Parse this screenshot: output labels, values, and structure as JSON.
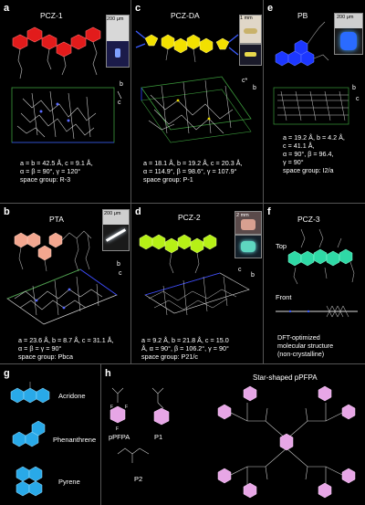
{
  "panels": {
    "a": {
      "label": "a",
      "title": "PCZ-1",
      "scale": "200 μm",
      "lines": [
        "a = b = 42.5 Å, c = 9.1 Å,",
        "α = β = 90°, γ = 120°",
        "space group: R-3"
      ],
      "color": "#e21b1b"
    },
    "b": {
      "label": "b",
      "title": "PTA",
      "scale": "200 μm",
      "lines": [
        "a = 23.6 Å, b = 8.7 Å, c = 31.1 Å,",
        "α = β = γ = 90°",
        "space group: Pbca"
      ],
      "color": "#f2a68f"
    },
    "c": {
      "label": "c",
      "title": "PCZ-DA",
      "scale": "1 mm",
      "lines": [
        "a = 18.1 Å, b = 19.2 Å, c = 20.3 Å,",
        "α = 114.9°, β = 98.6°, γ = 107.9°",
        "space group: P-1"
      ],
      "color": "#f2e000"
    },
    "d": {
      "label": "d",
      "title": "PCZ-2",
      "scale": "2 mm",
      "lines": [
        "a = 9.2 Å, b = 21.8 Å, c = 15.0",
        "Å, α = 90°, β = 106.2°, γ = 90°",
        "space group: P21/c"
      ],
      "color": "#b6f016"
    },
    "e": {
      "label": "e",
      "title": "PB",
      "scale": "200 μm",
      "lines": [
        "a = 19.2 Å, b = 4.2 Å,",
        "c = 41.1 Å,",
        "α = 90°, β = 96.4,",
        "γ = 90°",
        "space group: I2/a"
      ],
      "color": "#1c37ff"
    },
    "f": {
      "label": "f",
      "title": "PCZ-3",
      "top": "Top",
      "front": "Front",
      "lines": [
        "DFT-optimized",
        "molecular structure",
        "(non-crystalline)"
      ],
      "color": "#2fd9a6"
    },
    "g": {
      "label": "g",
      "items": [
        "Acridone",
        "Phenanthrene",
        "Pyrene"
      ],
      "color": "#29a9e8"
    },
    "h": {
      "label": "h",
      "title": "Star-shaped pPFPA",
      "pfpa": "pPFPA",
      "p1": "P1",
      "p2": "P2",
      "color": "#e7a6e6"
    }
  },
  "axes": {
    "b": "b",
    "c": "c",
    "star": "c*"
  }
}
